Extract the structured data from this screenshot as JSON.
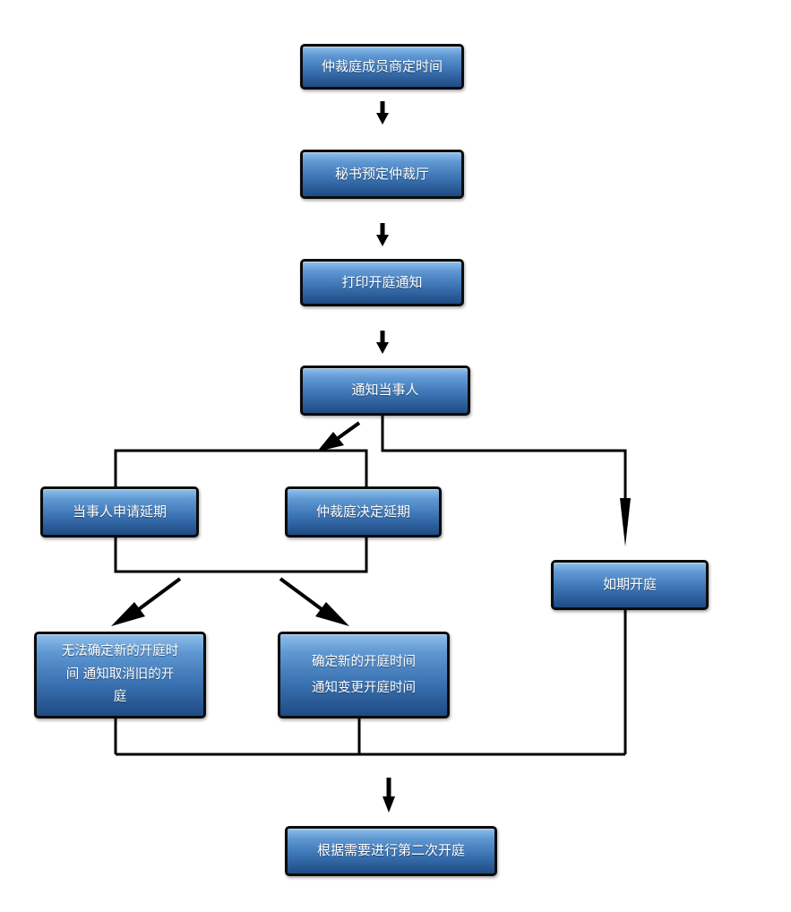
{
  "flowchart": {
    "step_1": "仲裁庭成员商定时间",
    "step_2": "秘书预定仲裁厅",
    "step_3": "打印开庭通知",
    "step_4": "通知当事人",
    "branch_party_request": "当事人申请延期",
    "branch_tribunal_decision": "仲裁庭决定延期",
    "branch_on_schedule": "如期开庭",
    "outcome_undetermined": "无法确定新的开庭时\n间  通知取消旧的开\n庭",
    "outcome_determined": "确定新的开庭时间\n通知变更开庭时间",
    "final_step": "根据需要进行第二次开庭"
  },
  "colors": {
    "box_top": "#8fc0ec",
    "box_bottom": "#1f4a82",
    "box_border": "#0b0b0b",
    "connector": "#000000",
    "text": "#ffffff"
  }
}
